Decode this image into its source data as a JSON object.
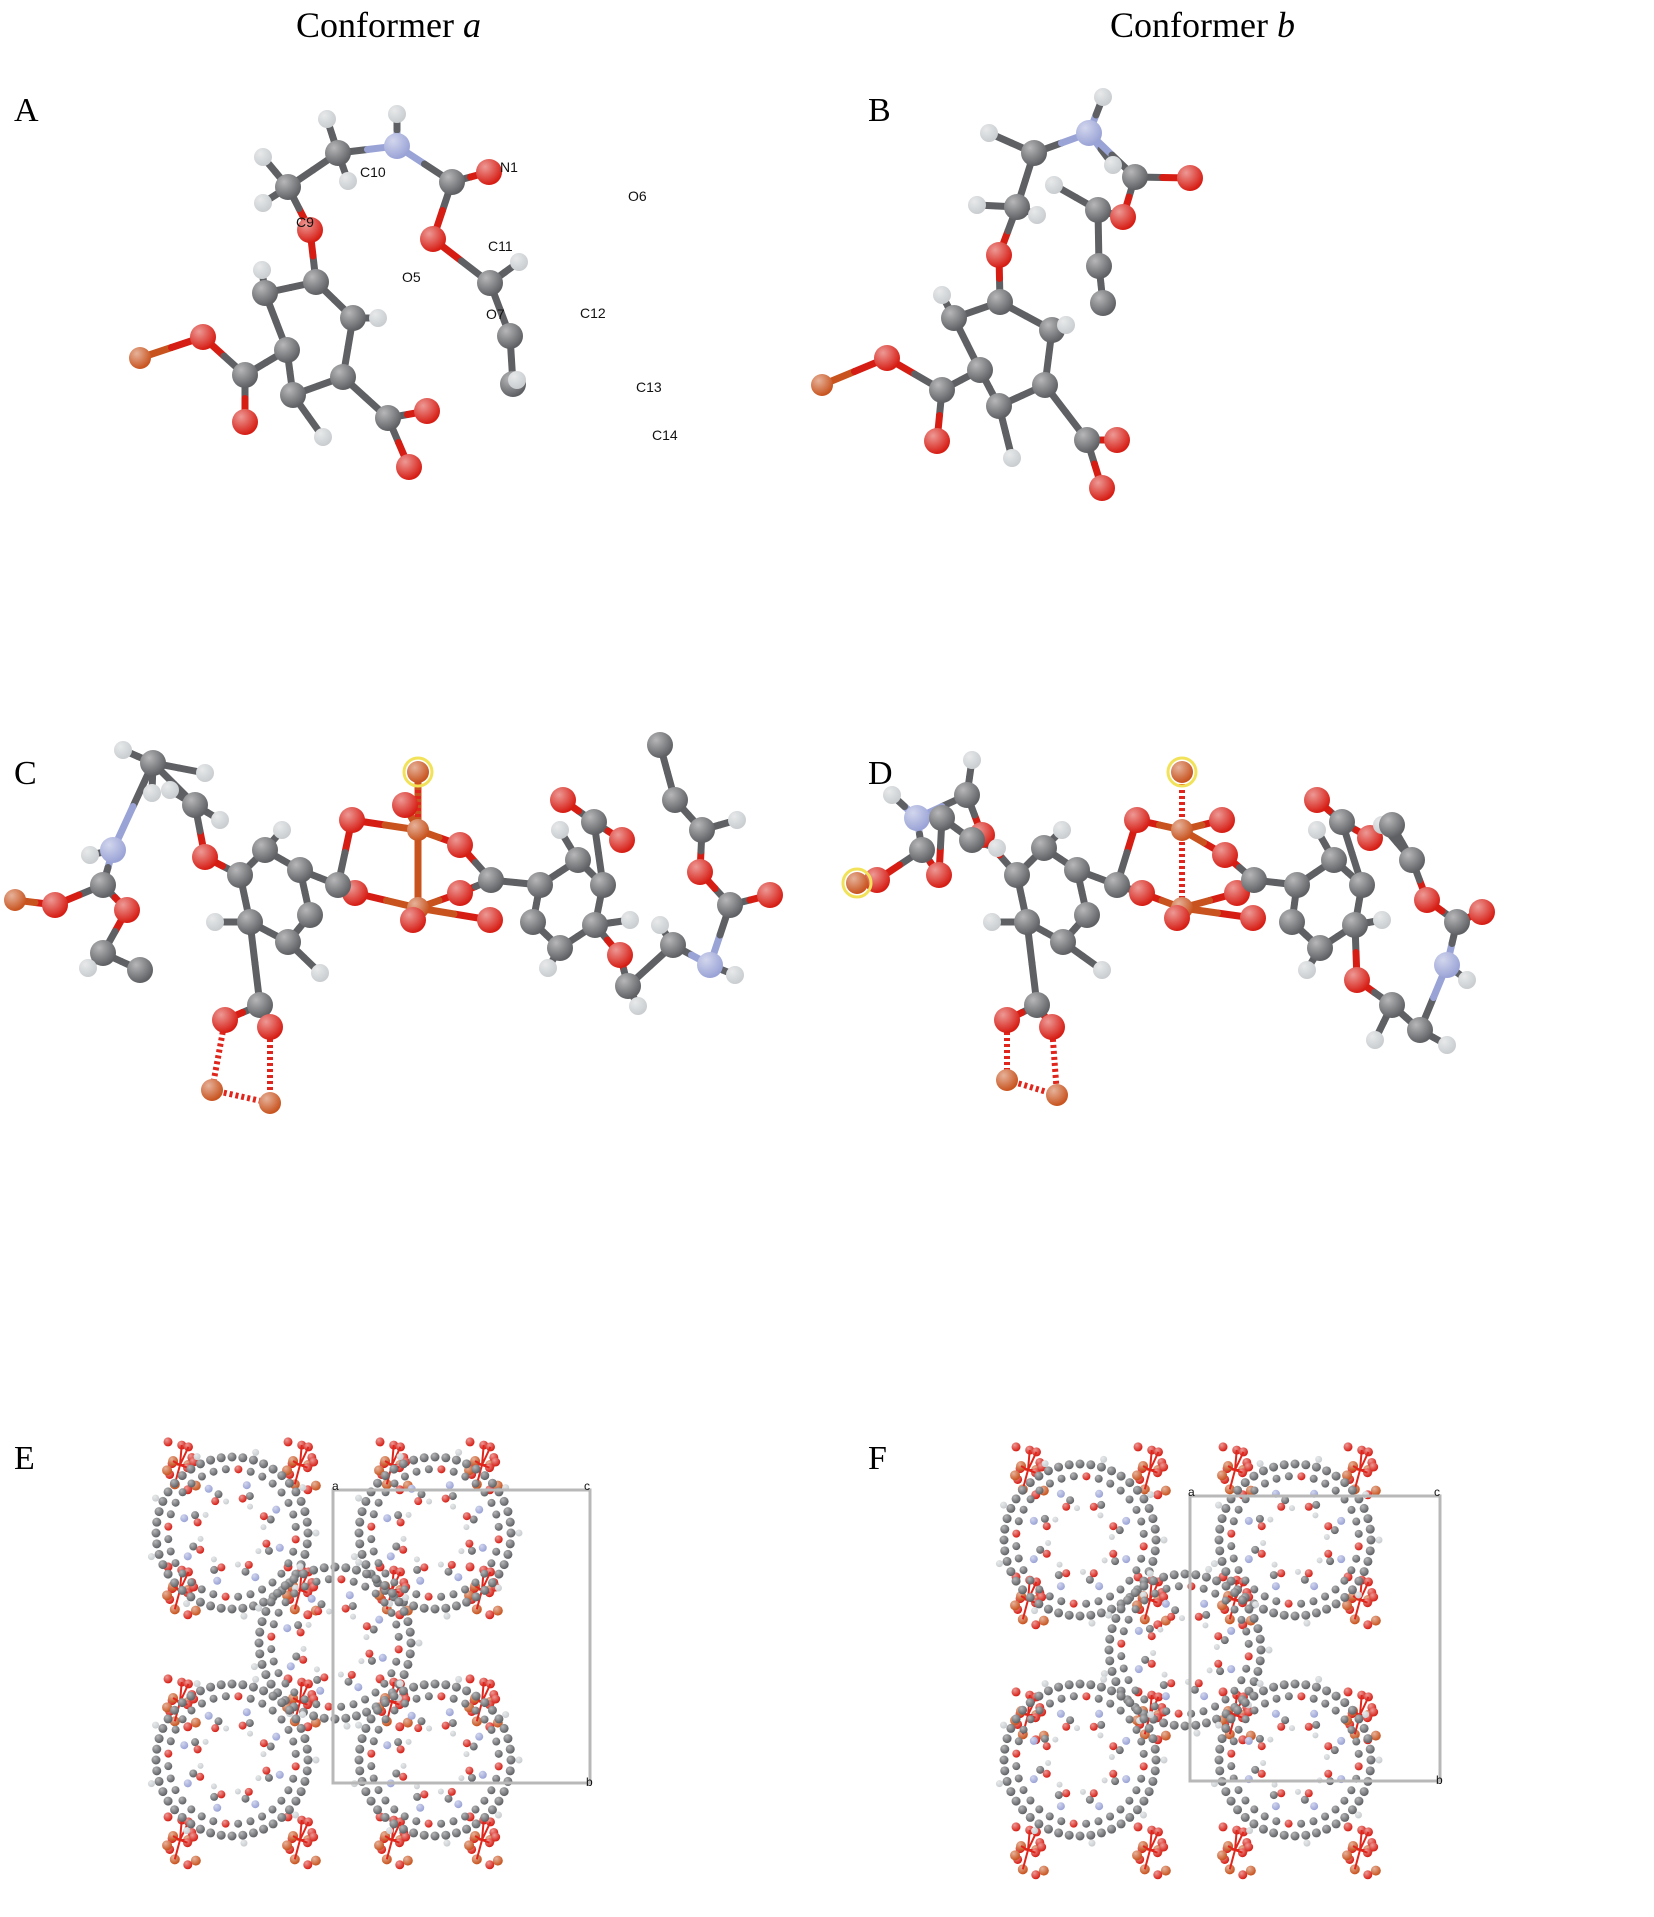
{
  "headers": {
    "left_prefix": "Conformer ",
    "left_italic": "a",
    "right_prefix": "Conformer ",
    "right_italic": "b"
  },
  "panels": {
    "A": "A",
    "B": "B",
    "C": "C",
    "D": "D",
    "E": "E",
    "F": "F"
  },
  "atom_labels": {
    "C10": "C10",
    "N1": "N1",
    "C9": "C9",
    "O6": "O6",
    "C11": "C11",
    "O5": "O5",
    "O7": "O7",
    "C12": "C12",
    "C13": "C13",
    "C14": "C14"
  },
  "cell_axes": {
    "E": {
      "a": "a",
      "c": "c",
      "b": "b"
    },
    "F": {
      "a": "a",
      "c": "c",
      "b": "b"
    }
  },
  "colors": {
    "carbon": "#5e6063",
    "oxygen": "#d61d14",
    "nitrogen": "#9aa3d6",
    "hydrogen": "#c9cdd0",
    "copper": "#c8531e",
    "bond_red": "#e0261c"
  }
}
